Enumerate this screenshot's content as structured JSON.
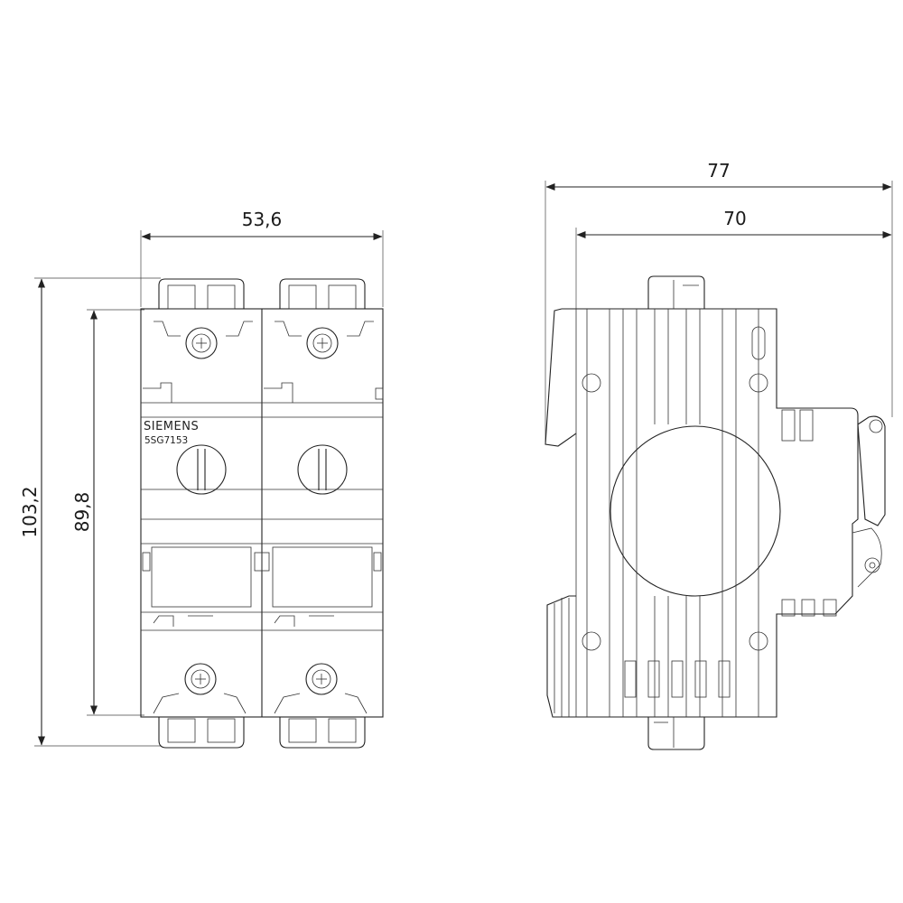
{
  "front_view": {
    "brand": "SIEMENS",
    "model": "5SG7153",
    "dimensions": {
      "width": "53,6",
      "height_total": "103,2",
      "height_body": "89,8"
    }
  },
  "side_view": {
    "dimensions": {
      "depth_total": "77",
      "depth_body": "70"
    }
  },
  "colors": {
    "line": "#222222",
    "background": "#ffffff"
  }
}
